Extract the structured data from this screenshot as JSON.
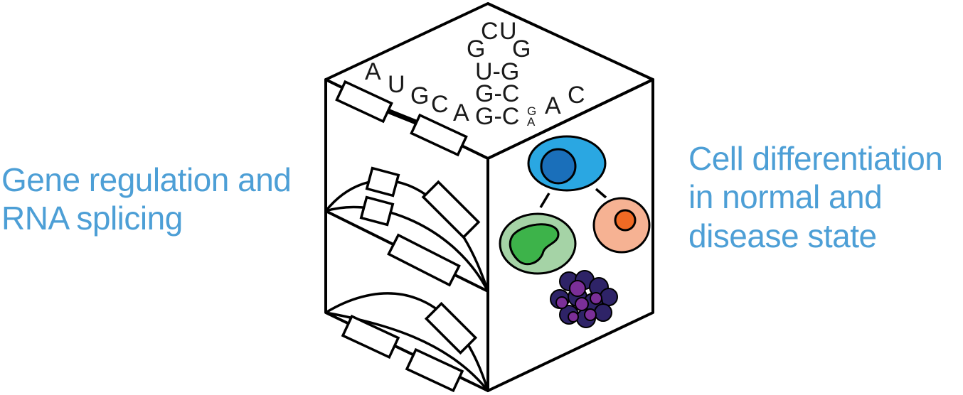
{
  "labels": {
    "left_line1": "Gene regulation and",
    "left_line2": "RNA splicing",
    "right_line1": "Cell differentiation",
    "right_line2": "in normal and",
    "right_line3": "disease state"
  },
  "rna": {
    "loop_top1": "C",
    "loop_top2": "U",
    "loop_left": "G",
    "loop_right": "G",
    "pair1": "U-G",
    "pair2": "G-C",
    "pair3": "G-C",
    "strand_a": "A",
    "strand_u": "U",
    "strand_g": "G",
    "strand_c": "C",
    "strand_a2": "A",
    "bulge_top": "G",
    "bulge_bottom": "A",
    "tail_a": "A",
    "tail_c": "C"
  },
  "colors": {
    "label_blue": "#4d9fd6",
    "cell_blue_outer": "#2aa7e2",
    "cell_blue_nucleus": "#1a6fba",
    "cell_green_outer": "#a5d3a6",
    "cell_green_nucleus": "#3db34a",
    "cell_orange_outer": "#f6b293",
    "cell_orange_nucleus": "#f06a24",
    "cluster_dark": "#2e2367",
    "cluster_light": "#7b2f98"
  }
}
